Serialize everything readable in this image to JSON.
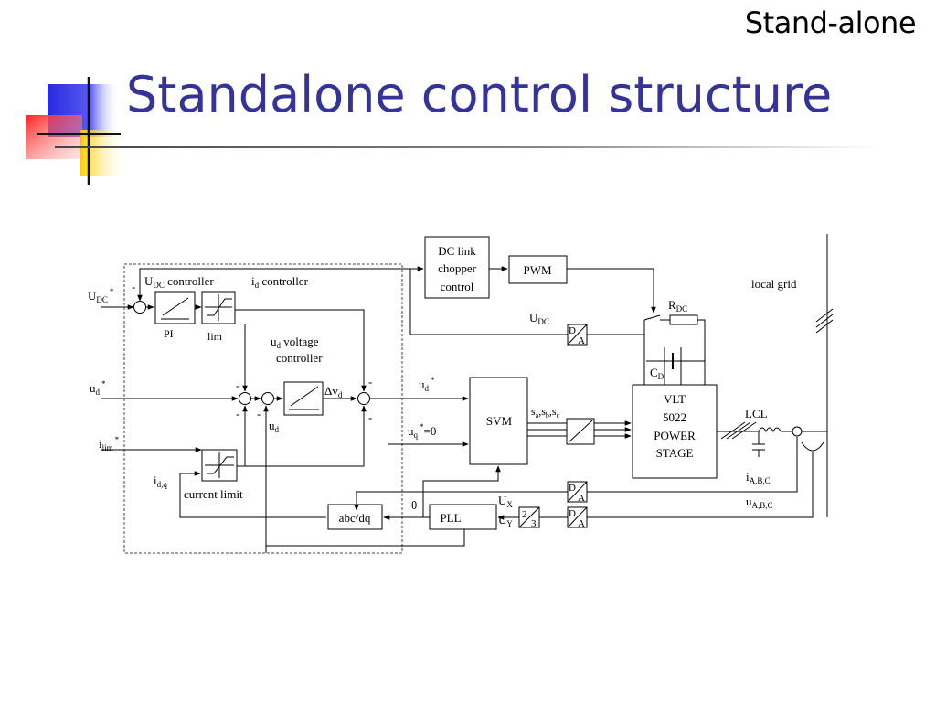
{
  "header": {
    "section_label": "Stand-alone",
    "title": "Standalone control structure"
  },
  "diagram": {
    "labels": {
      "udc_ref": "U",
      "udc_ref_sub": "DC",
      "udc_ref_sup": "*",
      "udc_controller": "U",
      "udc_controller_sub": "DC",
      "udc_controller_tail": " controller",
      "id_controller": "i",
      "id_controller_sub": "d",
      "id_controller_tail": " controller",
      "pi": "PI",
      "lim": "lim",
      "ud_voltage_line1": "u",
      "ud_voltage_line1_sub": "d",
      "ud_voltage_line1_tail": " voltage",
      "ud_voltage_line2": "controller",
      "ud_ref": "u",
      "ud_ref_sub": "d",
      "ud_ref_sup": "*",
      "delta_vd": "Δv",
      "delta_vd_sub": "d",
      "ud_feedback": "u",
      "ud_feedback_sub": "d",
      "ilim_ref": "i",
      "ilim_ref_sub": "lim",
      "ilim_ref_sup": "*",
      "idq": "i",
      "idq_sub": "d,q",
      "current_limit": "current limit",
      "dc_link_line1": "DC link",
      "dc_link_line2": "chopper",
      "dc_link_line3": "control",
      "pwm": "PWM",
      "udc_meas": "U",
      "udc_meas_sub": "DC",
      "rdc": "R",
      "rdc_sub": "DC",
      "cd": "C",
      "cd_sub": "D",
      "local_grid": "local grid",
      "ud_star_svm": "u",
      "ud_star_svm_sub": "d",
      "ud_star_svm_sup": "*",
      "uq_star": "u",
      "uq_star_sub": "q",
      "uq_star_sup": "*",
      "uq_star_tail": "=0",
      "svm": "SVM",
      "switch_signals": "s",
      "switch_signals_a": "a",
      "switch_signals_b": "b",
      "switch_signals_c": "c",
      "vlt_line1": "VLT",
      "vlt_line2": "5022",
      "vlt_line3": "POWER",
      "vlt_line4": "STAGE",
      "lcl": "LCL",
      "i_abc": "i",
      "i_abc_sub": "A,B,C",
      "u_abc": "u",
      "u_abc_sub": "A,B,C",
      "theta": "θ",
      "abc_dq": "abc/dq",
      "pll": "PLL",
      "ux": "U",
      "ux_sub": "X",
      "uy": "U",
      "uy_sub": "Y",
      "two_thirds_num": "2",
      "two_thirds_den": "3",
      "da_d": "D",
      "da_a": "A",
      "minus": "-"
    }
  }
}
